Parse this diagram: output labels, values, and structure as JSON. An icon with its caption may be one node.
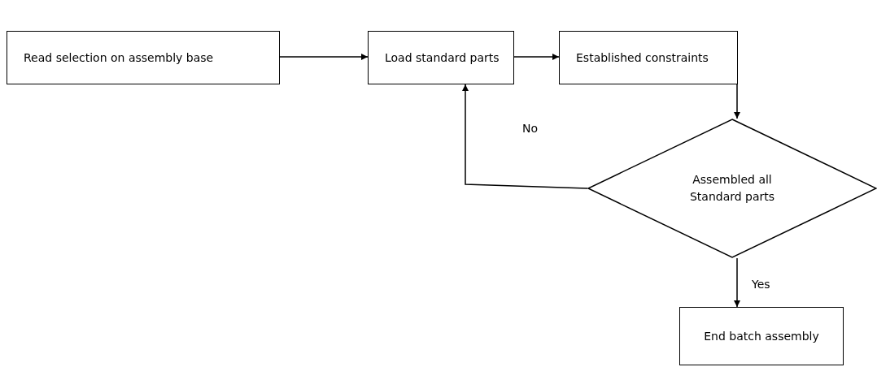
{
  "diagram": {
    "nodes": [
      {
        "text": [
          "Read selection on assembly base"
        ]
      },
      {
        "text": [
          "Load standard parts"
        ]
      },
      {
        "text": [
          "Established constraints"
        ]
      },
      {
        "text": [
          "Assembled all Standard parts"
        ]
      },
      {
        "text": [
          "End batch assembly"
        ]
      }
    ],
    "edges": [
      {
        "from": 0,
        "to": 1,
        "arrow": "to"
      },
      {
        "from": 1,
        "to": 2,
        "arrow": "to"
      },
      {
        "from": 2,
        "to": 3,
        "arrow": "to"
      },
      {
        "from": 3,
        "to": 1,
        "arrow": "to",
        "label": "No"
      },
      {
        "from": 3,
        "to": 4,
        "arrow": "to",
        "label": "Yes"
      }
    ]
  }
}
